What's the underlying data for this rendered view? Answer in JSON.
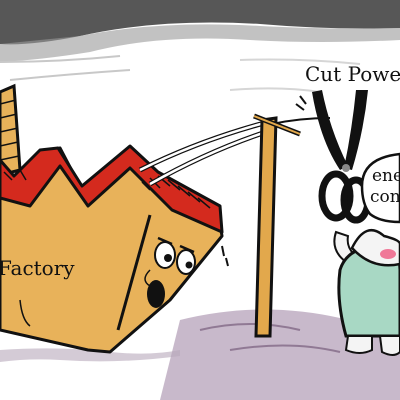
{
  "labels": {
    "factory": "Factory",
    "cut_power": "Cut Power",
    "speech_line_1": "ene",
    "speech_line_2": "con"
  },
  "colors": {
    "background": "#ffffff",
    "factory_wall": "#e8b25a",
    "factory_roof": "#d42a1e",
    "ink": "#111111",
    "pole": "#e2a84c",
    "ground_shadow": "#9a7fa0",
    "rabbit_shirt": "#a8d8c4",
    "rabbit_face": "#f4f4f4"
  },
  "icons": [
    "factory-building",
    "sagging-power-line",
    "utility-pole",
    "scissors",
    "rabbit-character",
    "speech-bubble"
  ]
}
